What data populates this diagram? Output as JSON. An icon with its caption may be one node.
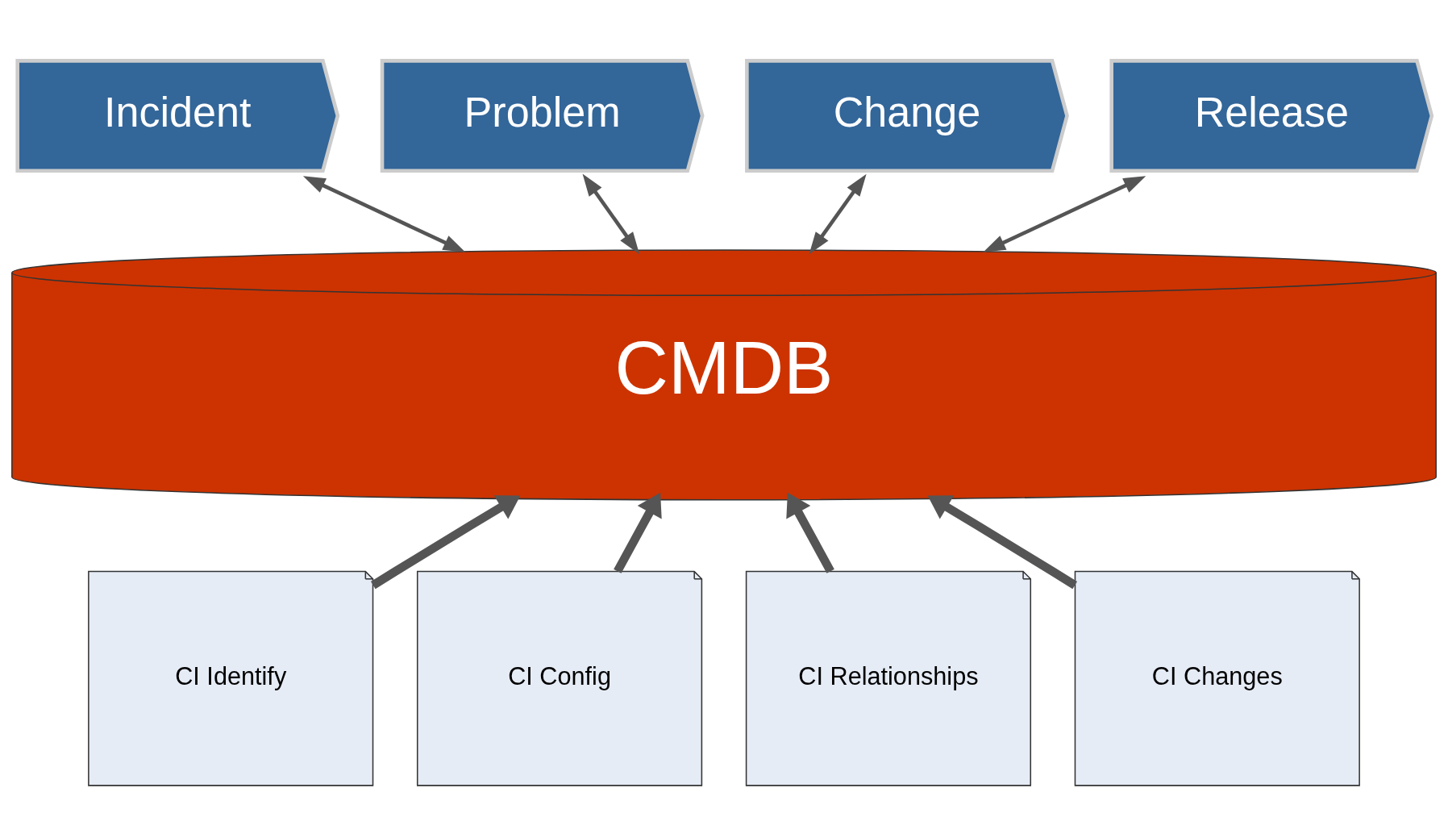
{
  "diagram": {
    "nodes": [
      {
        "text": [
          "Incident"
        ]
      },
      {
        "text": [
          "Problem"
        ]
      },
      {
        "text": [
          "Change"
        ]
      },
      {
        "text": [
          "Release"
        ]
      },
      {
        "text": [
          "CMDB"
        ]
      },
      {
        "text": [
          "CI Identify"
        ]
      },
      {
        "text": [
          "CI Config"
        ]
      },
      {
        "text": [
          "CI Relationships"
        ]
      },
      {
        "text": [
          "CI Changes"
        ]
      }
    ],
    "edges": [
      {
        "from": 0,
        "to": 4,
        "arrow": "both"
      },
      {
        "from": 1,
        "to": 4,
        "arrow": "both"
      },
      {
        "from": 2,
        "to": 4,
        "arrow": "both"
      },
      {
        "from": 3,
        "to": 4,
        "arrow": "both"
      },
      {
        "from": 5,
        "to": 4,
        "arrow": "to",
        "style": "thick"
      },
      {
        "from": 6,
        "to": 4,
        "arrow": "to",
        "style": "thick"
      },
      {
        "from": 7,
        "to": 4,
        "arrow": "to",
        "style": "thick"
      },
      {
        "from": 8,
        "to": 4,
        "arrow": "to",
        "style": "thick"
      }
    ]
  }
}
